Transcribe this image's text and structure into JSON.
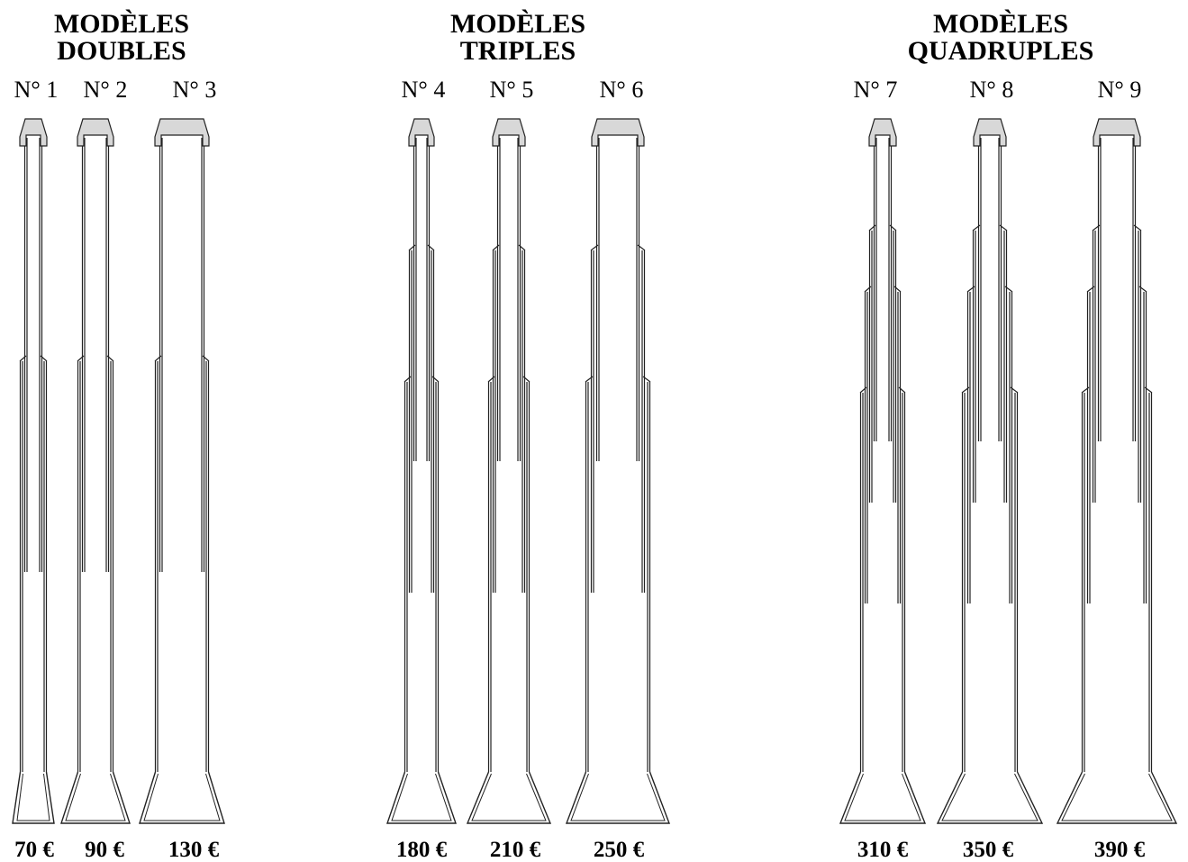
{
  "groups": [
    {
      "title_line1": "MODÈLES",
      "title_line2": "DOUBLES",
      "models": [
        {
          "number": "N° 1",
          "price": "70 €",
          "sections": 2,
          "size": "small"
        },
        {
          "number": "N° 2",
          "price": "90 €",
          "sections": 2,
          "size": "medium"
        },
        {
          "number": "N° 3",
          "price": "130 €",
          "sections": 2,
          "size": "large"
        }
      ]
    },
    {
      "title_line1": "MODÈLES",
      "title_line2": "TRIPLES",
      "models": [
        {
          "number": "N° 4",
          "price": "180 €",
          "sections": 3,
          "size": "small"
        },
        {
          "number": "N° 5",
          "price": "210 €",
          "sections": 3,
          "size": "medium"
        },
        {
          "number": "N° 6",
          "price": "250 €",
          "sections": 3,
          "size": "large"
        }
      ]
    },
    {
      "title_line1": "MODÈLES",
      "title_line2": "QUADRUPLES",
      "models": [
        {
          "number": "N° 7",
          "price": "310 €",
          "sections": 4,
          "size": "small"
        },
        {
          "number": "N° 8",
          "price": "350 €",
          "sections": 4,
          "size": "medium"
        },
        {
          "number": "N° 9",
          "price": "390 €",
          "sections": 4,
          "size": "large"
        }
      ]
    }
  ],
  "colors": {
    "outline": "#222222",
    "cap_fill": "#d8d8d8",
    "background": "#ffffff"
  }
}
